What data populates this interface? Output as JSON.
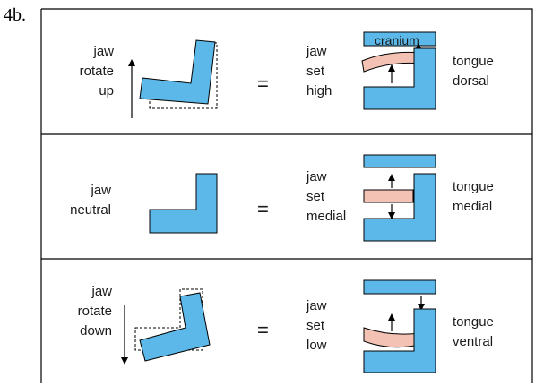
{
  "figure_label": "4b.",
  "colors": {
    "jaw_blue": "#5BB8E8",
    "tongue_pink": "#F4C2B4",
    "border": "#000000"
  },
  "rows": [
    {
      "jaw_label": [
        "jaw",
        "rotate",
        "up"
      ],
      "equals": "=",
      "set_label": [
        "jaw",
        "set",
        "high"
      ],
      "cranium_label": "cranium",
      "tongue_label": [
        "tongue",
        "dorsal"
      ]
    },
    {
      "jaw_label": [
        "jaw",
        "neutral"
      ],
      "equals": "=",
      "set_label": [
        "jaw",
        "set",
        "medial"
      ],
      "tongue_label": [
        "tongue",
        "medial"
      ]
    },
    {
      "jaw_label": [
        "jaw",
        "rotate",
        "down"
      ],
      "equals": "=",
      "set_label": [
        "jaw",
        "set",
        "low"
      ],
      "tongue_label": [
        "tongue",
        "ventral"
      ]
    }
  ]
}
